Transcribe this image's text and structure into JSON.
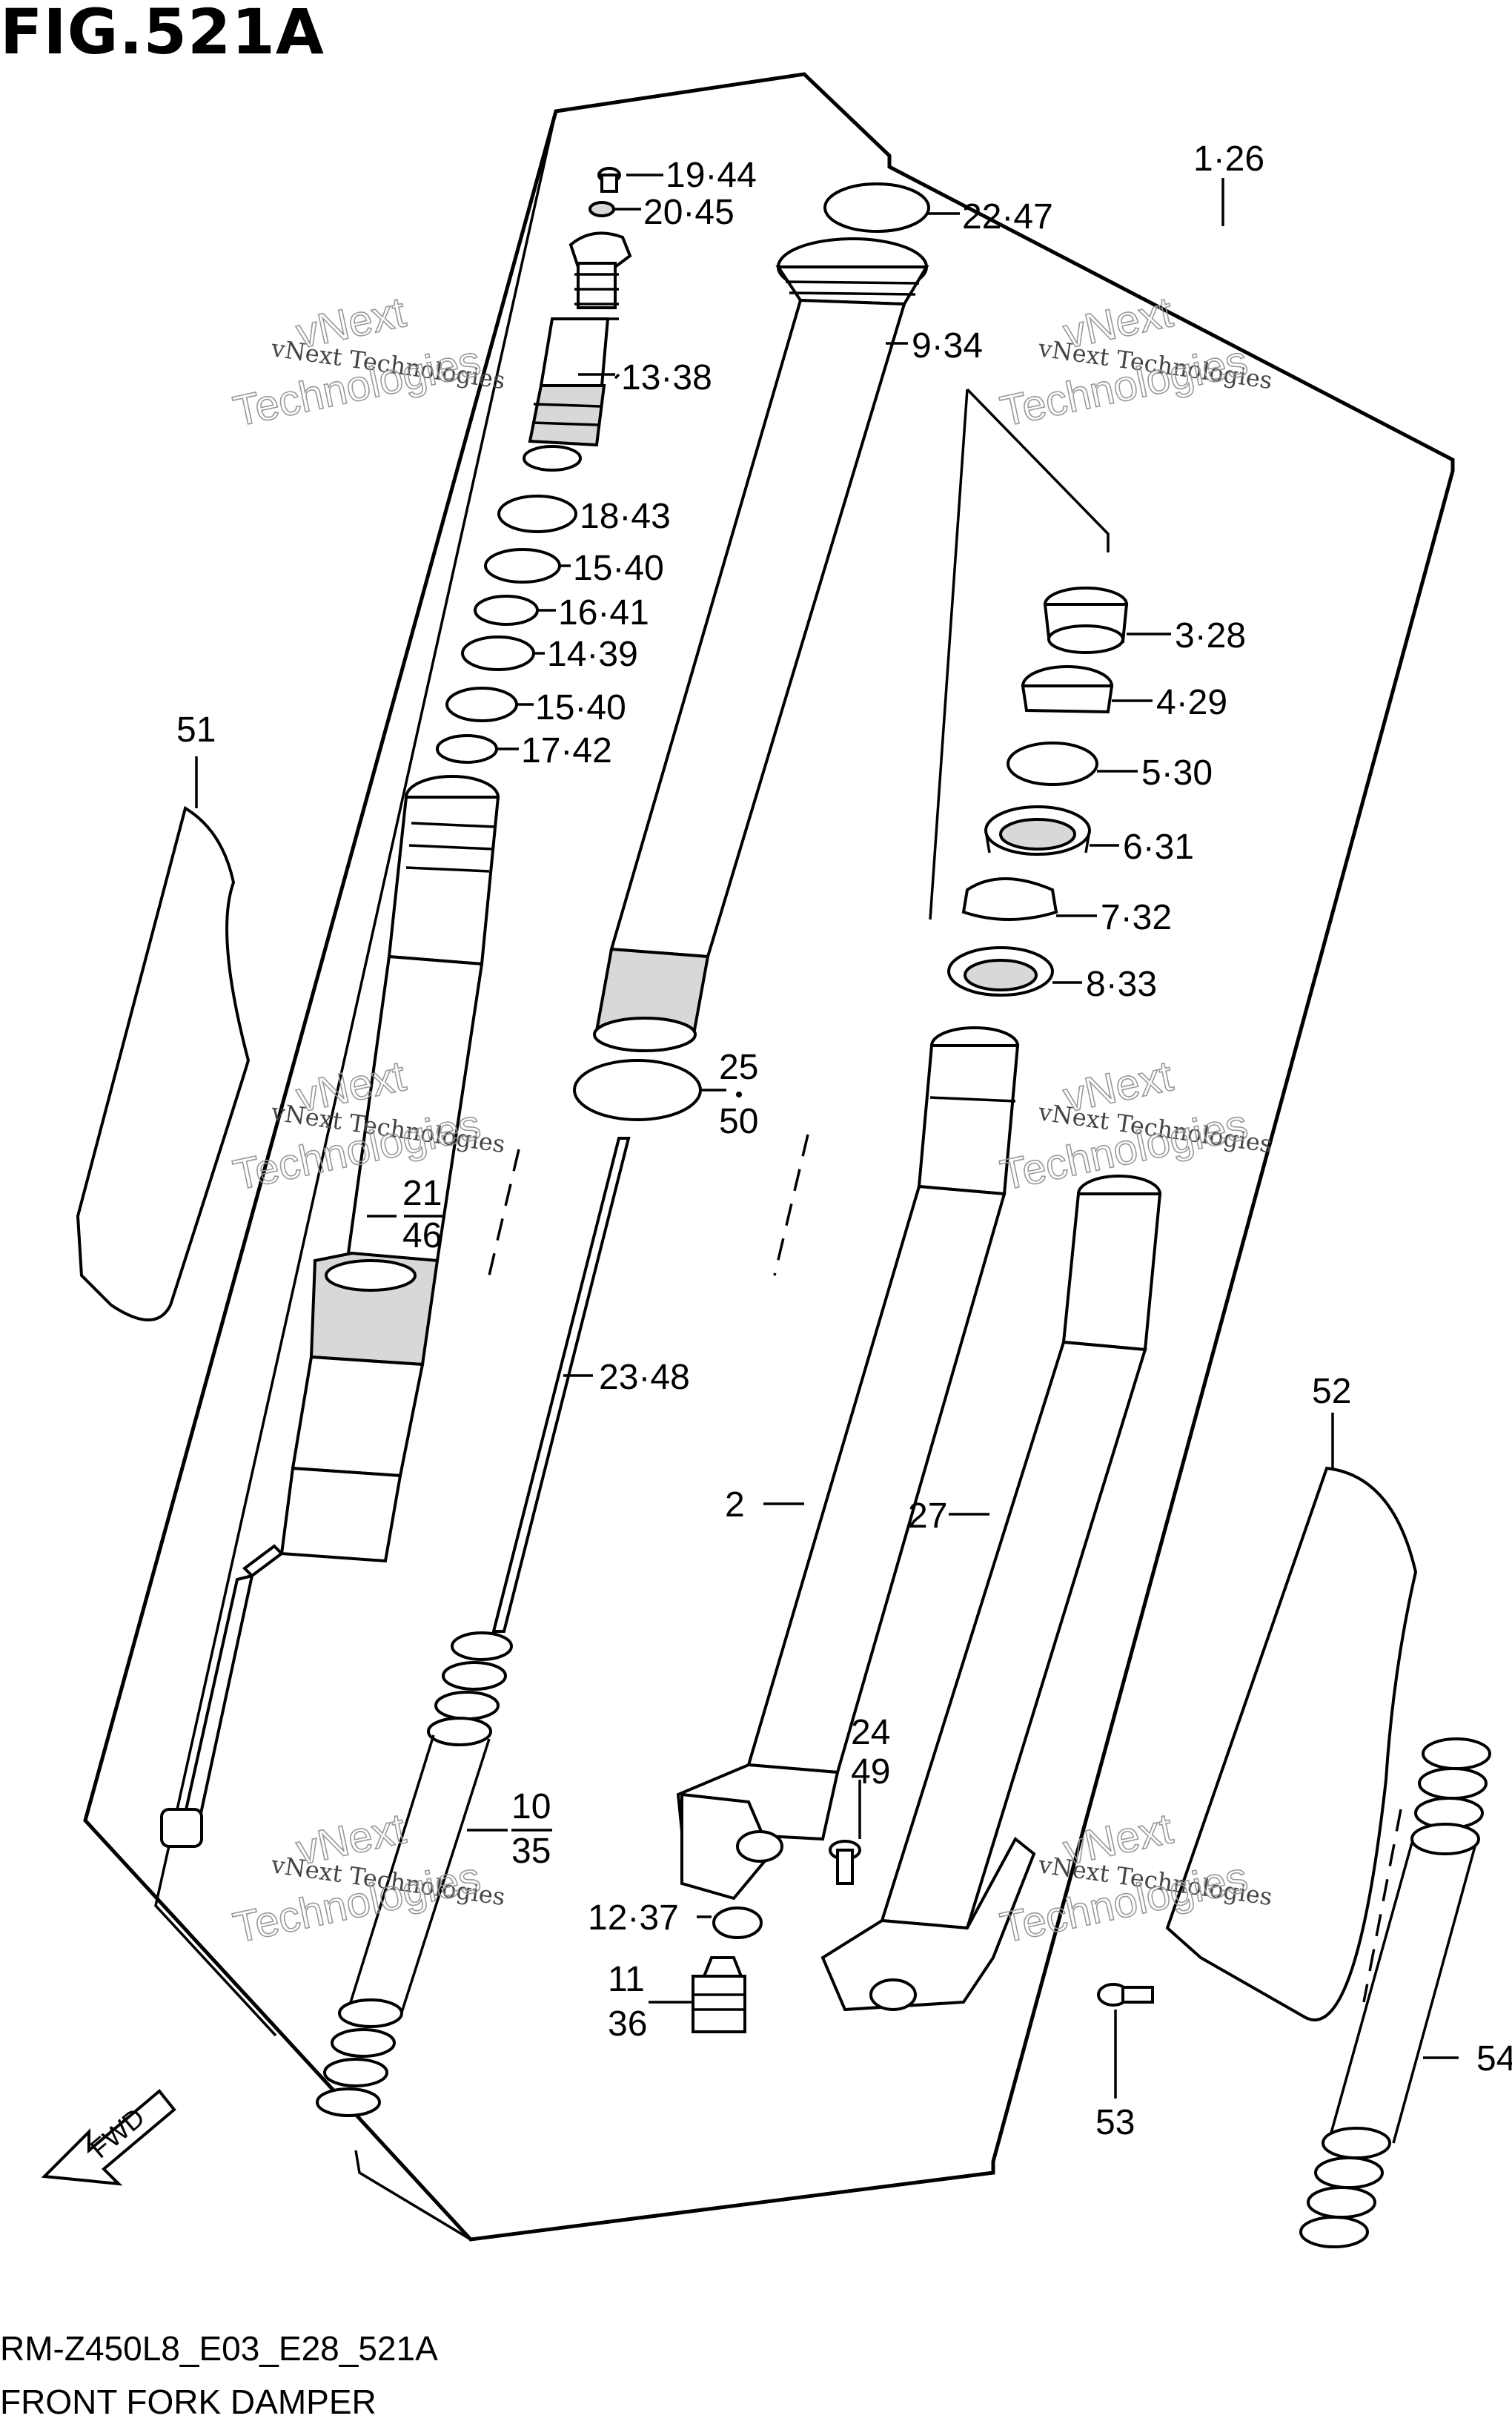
{
  "figure": {
    "title": "FIG.521A",
    "model_code": "RM-Z450L8_E03_E28_521A",
    "name": "FRONT FORK DAMPER"
  },
  "watermark": {
    "small": "vNext Technologies",
    "big_line1": "vNext",
    "big_line2": "Technologies"
  },
  "direction_label": "FWD",
  "callouts": {
    "c1": "1·26",
    "c2": "2",
    "c3": "3·28",
    "c4": "4·29",
    "c5": "5·30",
    "c6": "6·31",
    "c7": "7·32",
    "c8": "8·33",
    "c9": "9·34",
    "c10_a": "10",
    "c10_b": "35",
    "c11_a": "11",
    "c11_b": "36",
    "c12": "12·37",
    "c13": "13·38",
    "c14": "14·39",
    "c15a": "15·40",
    "c15b": "15·40",
    "c16": "16·41",
    "c17": "17·42",
    "c18": "18·43",
    "c19": "19·44",
    "c20": "20·45",
    "c21_a": "21",
    "c21_b": "46",
    "c22": "22·47",
    "c23": "23·48",
    "c24_a": "24",
    "c24_b": "49",
    "c25_a": "25",
    "c25_b": "50",
    "c27": "27",
    "c51": "51",
    "c52": "52",
    "c53": "53",
    "c54": "54"
  }
}
